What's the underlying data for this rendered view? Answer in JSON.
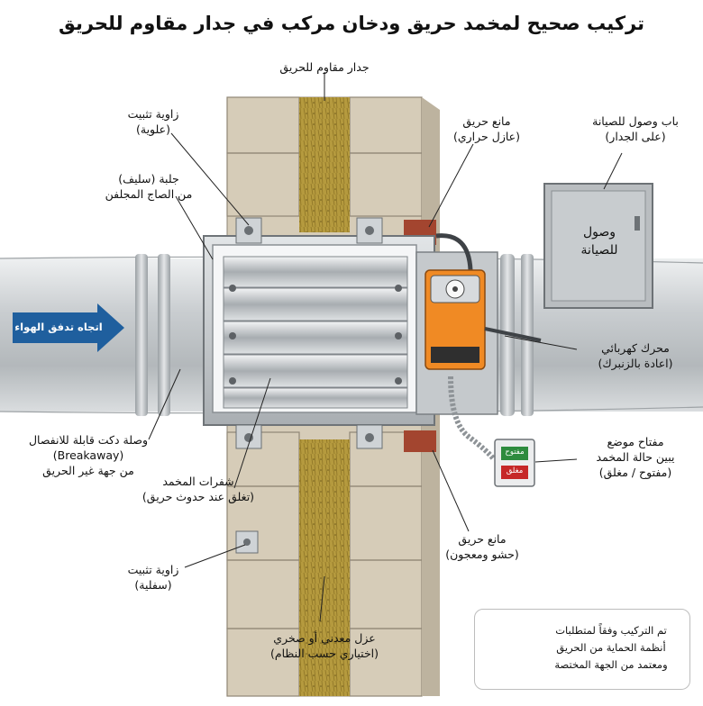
{
  "title": "تركيب صحيح لمخمد حريق ودخان مركب في جدار مقاوم للحريق",
  "labels": {
    "fire_wall": "جدار مقاوم للحريق",
    "top_bracket": [
      "زاوية تثبيت",
      "(علوية)"
    ],
    "sleeve": [
      "جلبة (سليف)",
      "من الصاج المجلفن"
    ],
    "fire_stop_top": [
      "مانع حريق",
      "(عازل حراري)"
    ],
    "access_door": [
      "باب وصول للصيانة",
      "(على الجدار)"
    ],
    "access_panel_text": [
      "وصول",
      "للصيانة"
    ],
    "airflow": "اتجاه تدفق الهواء",
    "actuator": [
      "محرك كهربائي",
      "(اعادة بالزنبرك)"
    ],
    "breakaway": [
      "وصلة دكت قابلة للانفصال",
      "(Breakaway)",
      "من جهة غير الحريق"
    ],
    "blades": [
      "شفرات المخمد",
      "(تغلق عند حدوث حريق)"
    ],
    "position_switch": [
      "مفتاح موضع",
      "يبين حالة المخمد",
      "(مفتوح / مغلق)"
    ],
    "switch_open": "مفتوح",
    "switch_closed": "مغلق",
    "fire_stop_bottom": [
      "مانع حريق",
      "(حشو ومعجون)"
    ],
    "bottom_bracket": [
      "زاوية تثبيت",
      "(سفلية)"
    ],
    "insulation": [
      "عزل معدني أو صخري",
      "(اختياري حسب النظام)"
    ]
  },
  "badge": [
    "تم التركيب وفقاً لمتطلبات",
    "أنظمة الحماية من الحريق",
    "ومعتمد من الجهة المختصة"
  ],
  "colors": {
    "duct": "#c9ccce",
    "block": "#d6ccb8",
    "insulation": "#b59a3e",
    "actuator": "#f08a24",
    "airflow_arrow": "#1f5f9e",
    "firestop": "#a3452f",
    "badge_icon": "#c62828",
    "switch_open": "#2e8b3e",
    "switch_closed": "#c62828"
  }
}
